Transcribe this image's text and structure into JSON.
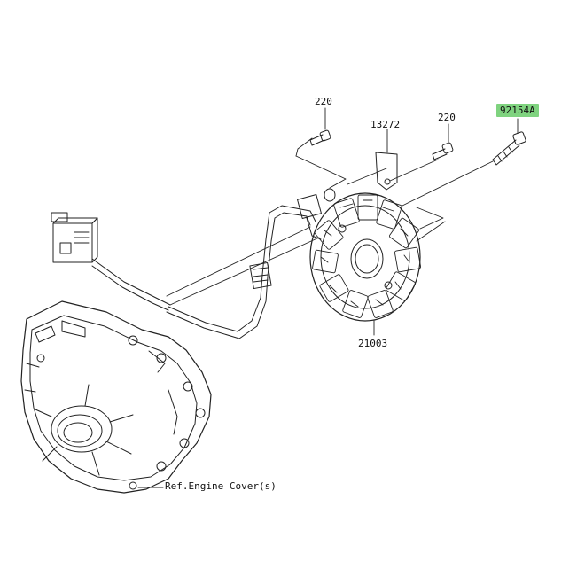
{
  "labels": {
    "bolt_220_left": "220",
    "bracket_13272": "13272",
    "bolt_220_right": "220",
    "bolt_92154A": "92154A",
    "stator_21003": "21003"
  },
  "reference_note": "Ref.Engine Cover(s)",
  "colors": {
    "line": "#222222",
    "highlight": "#7fd37f"
  }
}
